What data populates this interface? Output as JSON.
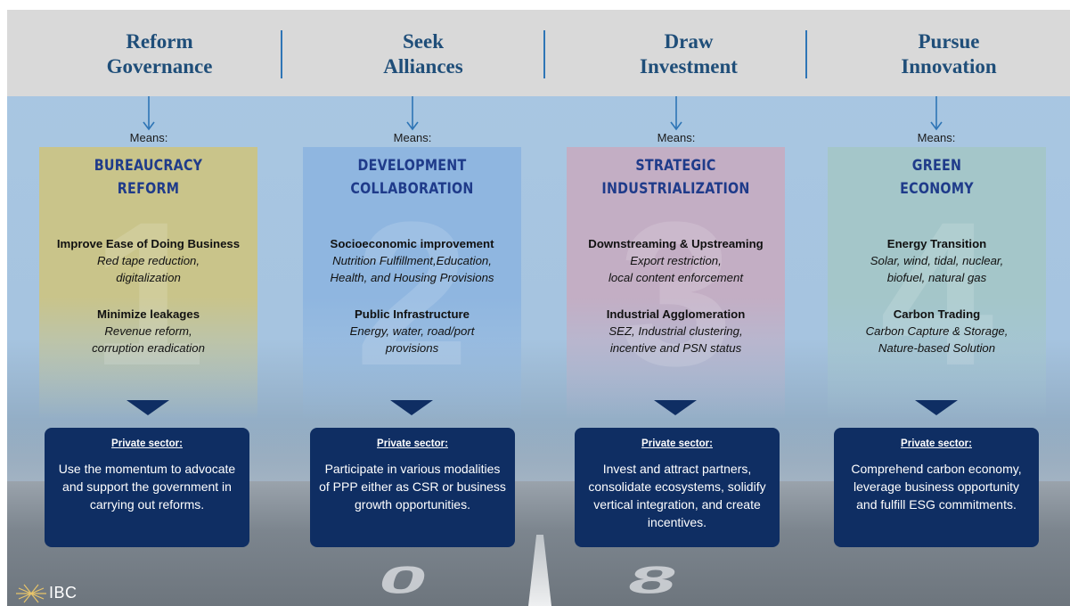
{
  "columns": [
    {
      "title_line1": "Reform",
      "title_line2": "Governance",
      "means_label": "Means:",
      "panel_title_line1": "BUREAUCRACY",
      "panel_title_line2": "REFORM",
      "number": "1",
      "panel_color": "#c9c48a",
      "items": [
        {
          "heading": "Improve Ease of Doing Business",
          "desc_line1": "Red tape reduction,",
          "desc_line2": "digitalization"
        },
        {
          "heading": "Minimize leakages",
          "desc_line1": "Revenue reform,",
          "desc_line2": "corruption eradication"
        }
      ],
      "private_label": "Private sector:",
      "private_text": "Use the momentum to advocate and support the government in carrying out reforms."
    },
    {
      "title_line1": "Seek",
      "title_line2": "Alliances",
      "means_label": "Means:",
      "panel_title_line1": "DEVELOPMENT",
      "panel_title_line2": "COLLABORATION",
      "number": "2",
      "panel_color": "#8fb6e0",
      "items": [
        {
          "heading": "Socioeconomic improvement",
          "desc_line1": "Nutrition Fulfillment,Education,",
          "desc_line2": "Health, and Housing Provisions"
        },
        {
          "heading": "Public Infrastructure",
          "desc_line1": "Energy, water, road/port",
          "desc_line2": "provisions"
        }
      ],
      "private_label": "Private sector:",
      "private_text": "Participate in various modalities of PPP either as CSR or business growth opportunities."
    },
    {
      "title_line1": "Draw",
      "title_line2": "Investment",
      "means_label": "Means:",
      "panel_title_line1": "STRATEGIC",
      "panel_title_line2": "INDUSTRIALIZATION",
      "number": "3",
      "panel_color": "#c3aec4",
      "items": [
        {
          "heading": "Downstreaming & Upstreaming",
          "desc_line1": "Export restriction,",
          "desc_line2": "local content enforcement"
        },
        {
          "heading": "Industrial Agglomeration",
          "desc_line1": "SEZ, Industrial clustering,",
          "desc_line2": "incentive and PSN status"
        }
      ],
      "private_label": "Private sector:",
      "private_text": "Invest and attract partners, consolidate ecosystems, solidify vertical integration, and create incentives."
    },
    {
      "title_line1": "Pursue",
      "title_line2": "Innovation",
      "means_label": "Means:",
      "panel_title_line1": "GREEN",
      "panel_title_line2": "ECONOMY",
      "number": "4",
      "panel_color": "#a4c6c9",
      "items": [
        {
          "heading": "Energy Transition",
          "desc_line1": "Solar, wind, tidal, nuclear,",
          "desc_line2": "biofuel, natural gas"
        },
        {
          "heading": "Carbon Trading",
          "desc_line1": "Carbon Capture & Storage,",
          "desc_line2": "Nature-based Solution"
        }
      ],
      "private_label": "Private sector:",
      "private_text": "Comprehend carbon economy, leverage business opportunity and fulfill ESG commitments."
    }
  ],
  "runway_digits": [
    "0",
    "8"
  ],
  "logo": {
    "text": "IBC"
  },
  "colors": {
    "header_band": "#d9d9d9",
    "title": "#1f4e79",
    "panel_title": "#1f3b8a",
    "arrow": "#2e75b6",
    "private_box": "#0f2e63",
    "triangle": "#0f2e63"
  }
}
